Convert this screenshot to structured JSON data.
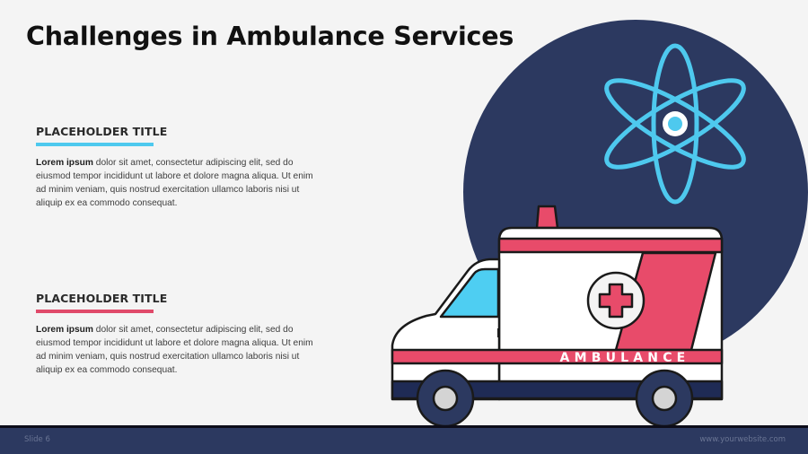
{
  "slide": {
    "title": "Challenges in Ambulance Services",
    "number_label": "Slide 6",
    "website": "www.yourwebsite.com"
  },
  "blocks": [
    {
      "title": "PLACEHOLDER TITLE",
      "accent_color": "#4ec9ee",
      "lead": "Lorem ipsum",
      "body": " dolor sit amet, consectetur adipiscing elit, sed do eiusmod tempor incididunt ut labore et dolore magna aliqua. Ut enim ad minim veniam, quis nostrud exercitation ullamco laboris nisi ut aliquip ex ea commodo consequat."
    },
    {
      "title": "PLACEHOLDER TITLE",
      "accent_color": "#e04a6a",
      "lead": "Lorem ipsum",
      "body": " dolor sit amet, consectetur adipiscing elit, sed do eiusmod tempor incididunt ut labore et dolore magna aliqua. Ut enim ad minim veniam, quis nostrud exercitation ullamco laboris nisi ut aliquip ex ea commodo consequat."
    }
  ],
  "illustration": {
    "ambulance_label": "AMBULANCE",
    "icons": [
      "atom-icon",
      "ambulance-icon",
      "red-cross-icon"
    ]
  },
  "colors": {
    "navy": "#2c3960",
    "cyan": "#4ec9ee",
    "red": "#e84b6a",
    "background": "#f4f4f4"
  }
}
